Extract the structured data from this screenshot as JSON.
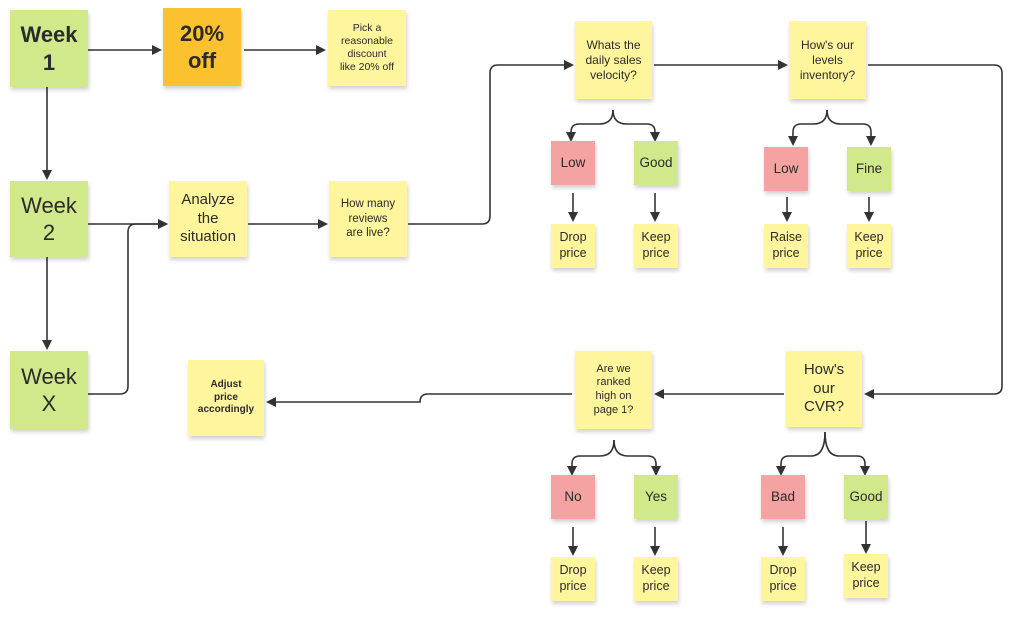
{
  "notes": {
    "week1": "Week\n1",
    "off20": "20%\noff",
    "pick_discount": "Pick a\nreasonable\ndiscount\nlike 20% off",
    "week2": "Week\n2",
    "analyze": "Analyze\nthe\nsituation",
    "reviews": "How many\nreviews\nare live?",
    "weekx": "Week\nX",
    "adjust": "Adjust\nprice\naccordingly",
    "velocity": "Whats the\ndaily sales\nvelocity?",
    "vel_low": "Low",
    "vel_good": "Good",
    "vel_drop": "Drop\nprice",
    "vel_keep": "Keep\nprice",
    "inventory": "How's our\nlevels\ninventory?",
    "inv_low": "Low",
    "inv_fine": "Fine",
    "inv_raise": "Raise\nprice",
    "inv_keep": "Keep\nprice",
    "cvr": "How's\nour\nCVR?",
    "cvr_bad": "Bad",
    "cvr_good": "Good",
    "cvr_drop": "Drop\nprice",
    "cvr_keep": "Keep\nprice",
    "ranked": "Are we\nranked\nhigh on\npage 1?",
    "rank_no": "No",
    "rank_yes": "Yes",
    "rank_drop": "Drop\nprice",
    "rank_keep": "Keep\nprice"
  },
  "colors": {
    "yellow_note": "#fff59c",
    "green_note": "#d1e98a",
    "red_note": "#f4a2a2",
    "orange_note": "#fcc12e",
    "connector": "#333333"
  }
}
